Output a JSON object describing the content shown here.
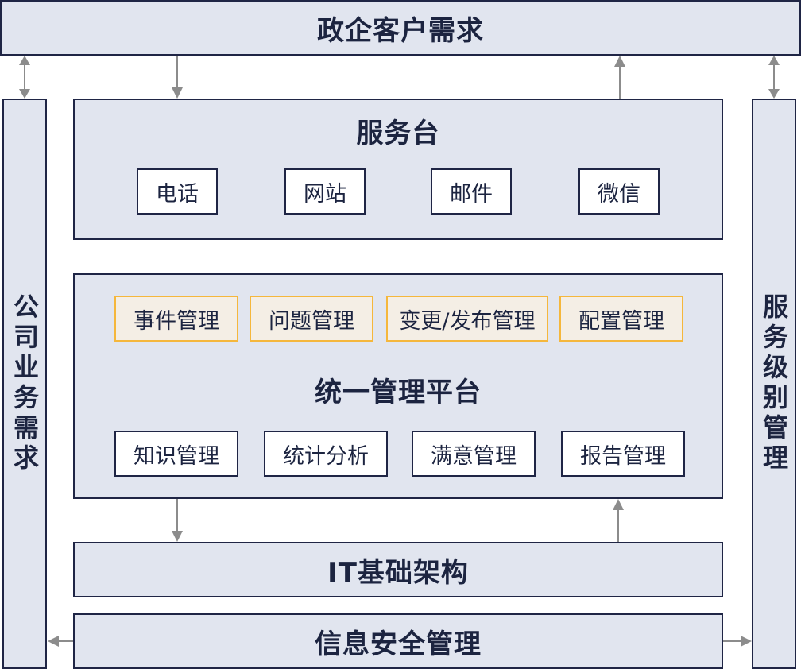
{
  "top": {
    "title": "政企客户需求"
  },
  "left_column": {
    "title": "公司业务需求"
  },
  "right_column": {
    "title": "服务级别管理"
  },
  "service_desk": {
    "title": "服务台",
    "channels": [
      "电话",
      "网站",
      "邮件",
      "微信"
    ]
  },
  "platform": {
    "title": "统一管理平台",
    "process_items": [
      "事件管理",
      "问题管理",
      "变更/发布管理",
      "配置管理"
    ],
    "support_items": [
      "知识管理",
      "统计分析",
      "满意管理",
      "报告管理"
    ]
  },
  "infrastructure": {
    "title": "IT基础架构"
  },
  "security": {
    "title": "信息安全管理"
  },
  "colors": {
    "box_fill": "#e1e5ef",
    "border": "#1f2545",
    "highlight_border": "#f5b73c",
    "highlight_fill": "#f4eee5",
    "arrow": "#8c8c8c"
  }
}
